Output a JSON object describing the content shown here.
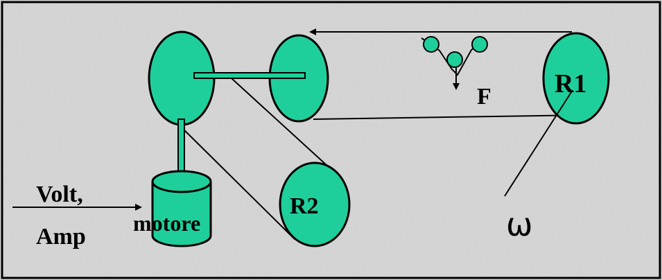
{
  "labels": {
    "r1": "R1",
    "r2": "R2",
    "force": "F",
    "motor": "motore",
    "input_line1": "Volt,",
    "input_line2": "Amp",
    "angular_velocity": "ω"
  },
  "colors": {
    "background": "#d8d8d8",
    "pulley_fill": "#1fcf9b",
    "stroke": "#000000"
  }
}
